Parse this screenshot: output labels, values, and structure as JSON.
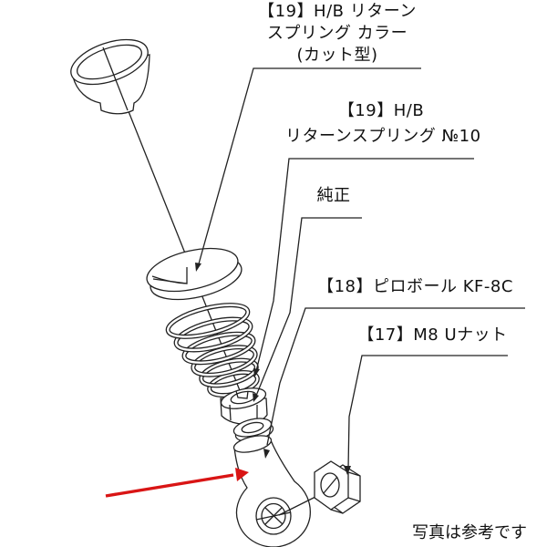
{
  "diagram": {
    "caption": "写真は参考です",
    "colors": {
      "line": "#222222",
      "red_arrow": "#d91515",
      "background": "#ffffff"
    },
    "labels": [
      {
        "id": "label-19-return-spring-collar",
        "lines": [
          "【19】H/B リターン",
          "スプリング カラー",
          "(カット型)"
        ]
      },
      {
        "id": "label-19-return-spring",
        "lines": [
          "【19】H/B",
          "リターンスプリング №10"
        ]
      },
      {
        "id": "label-genuine",
        "lines": [
          "純正"
        ]
      },
      {
        "id": "label-18-pillow-ball",
        "lines": [
          "【18】ピロボール KF-8C"
        ]
      },
      {
        "id": "label-17-m8-u-nut",
        "lines": [
          "【17】M8 Uナット"
        ]
      }
    ]
  }
}
